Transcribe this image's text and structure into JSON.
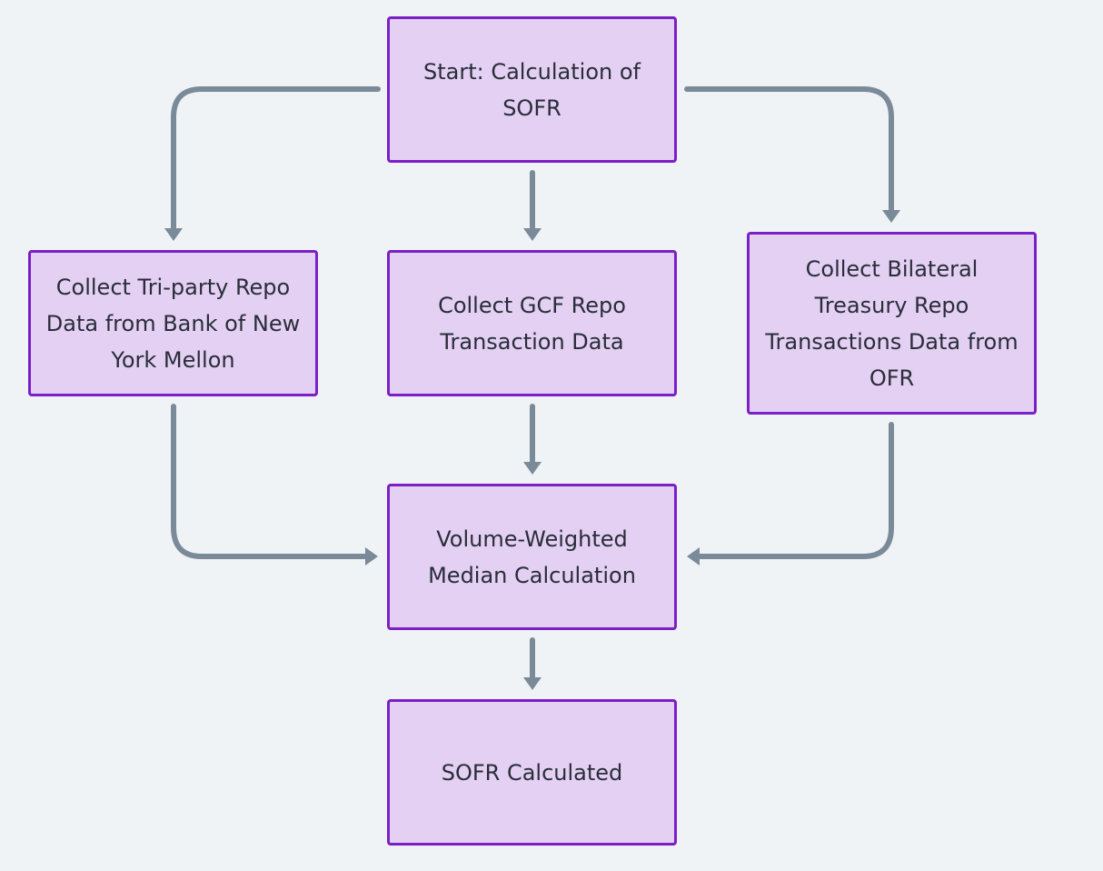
{
  "nodes": {
    "start": "Start: Calculation of SOFR",
    "triparty": "Collect Tri-party Repo Data from Bank of New York Mellon",
    "gcf": "Collect GCF Repo Transaction Data",
    "bilateral": "Collect Bilateral Treasury Repo Transactions Data from OFR",
    "median": "Volume-Weighted Median Calculation",
    "done": "SOFR Calculated"
  },
  "colors": {
    "background": "#f0f3f6",
    "node_fill": "#e3d0f3",
    "node_border": "#7b1fc6",
    "edge": "#7b8a99",
    "text": "#2a2d3a"
  }
}
